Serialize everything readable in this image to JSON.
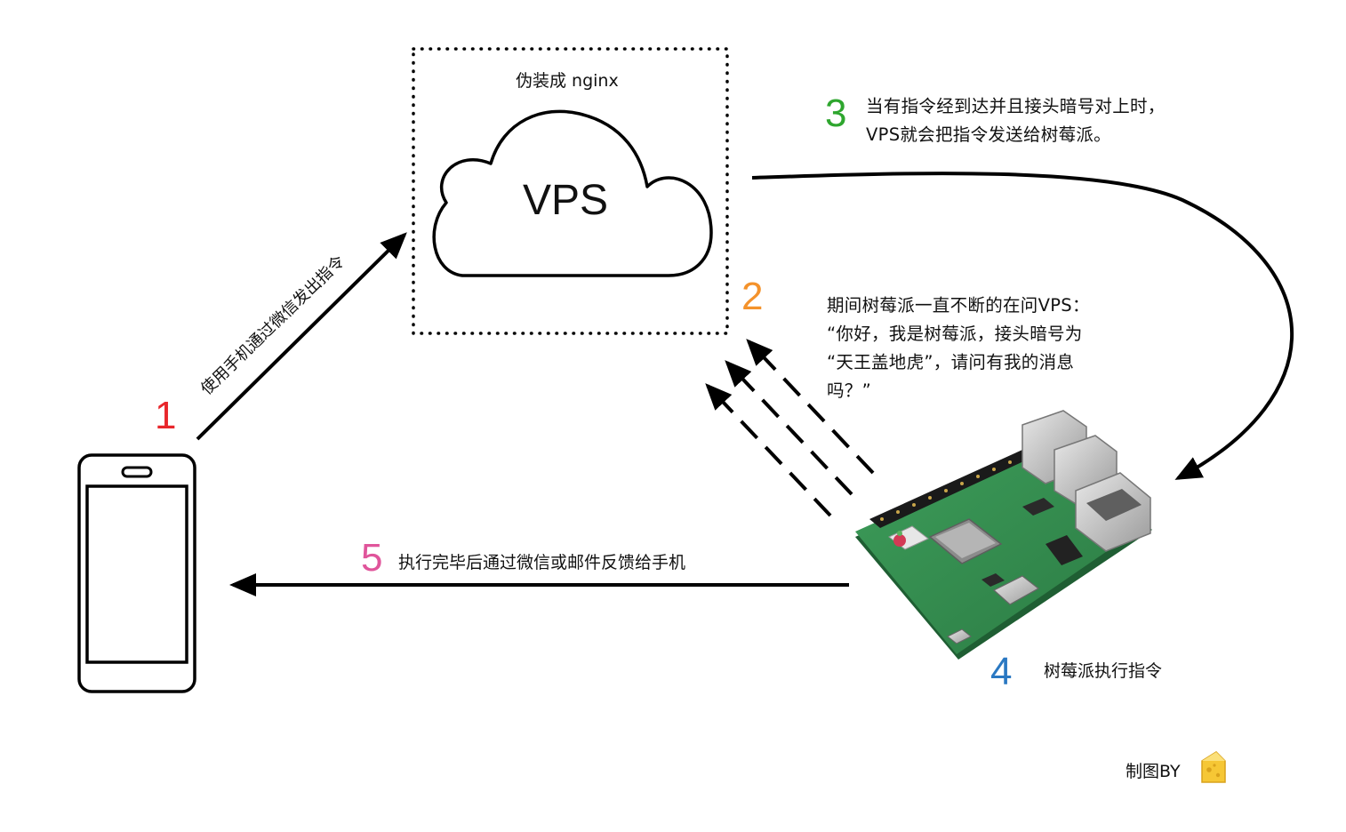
{
  "vps_box": {
    "caption": "伪装成 nginx",
    "cloud_label": "VPS"
  },
  "steps": {
    "s1": {
      "number": "1",
      "color": "#e8262b",
      "text": "使用手机通过微信发出指令"
    },
    "s2": {
      "number": "2",
      "color": "#f4922b",
      "lines": [
        "期间树莓派一直不断的在问VPS：",
        "“你好，我是树莓派，接头暗号为",
        "“天王盖地虎”，请问有我的消息",
        "吗？”"
      ]
    },
    "s3": {
      "number": "3",
      "color": "#2ea62e",
      "lines": [
        "当有指令经到达并且接头暗号对上时，",
        "VPS就会把指令发送给树莓派。"
      ]
    },
    "s4": {
      "number": "4",
      "color": "#2a78c2",
      "text": "树莓派执行指令"
    },
    "s5": {
      "number": "5",
      "color": "#e0559b",
      "text": "执行完毕后通过微信或邮件反馈给手机"
    }
  },
  "credit": {
    "text": "制图BY"
  },
  "icons": [
    "phone-icon",
    "cloud-icon",
    "raspberry-pi-board",
    "cheese-icon"
  ]
}
